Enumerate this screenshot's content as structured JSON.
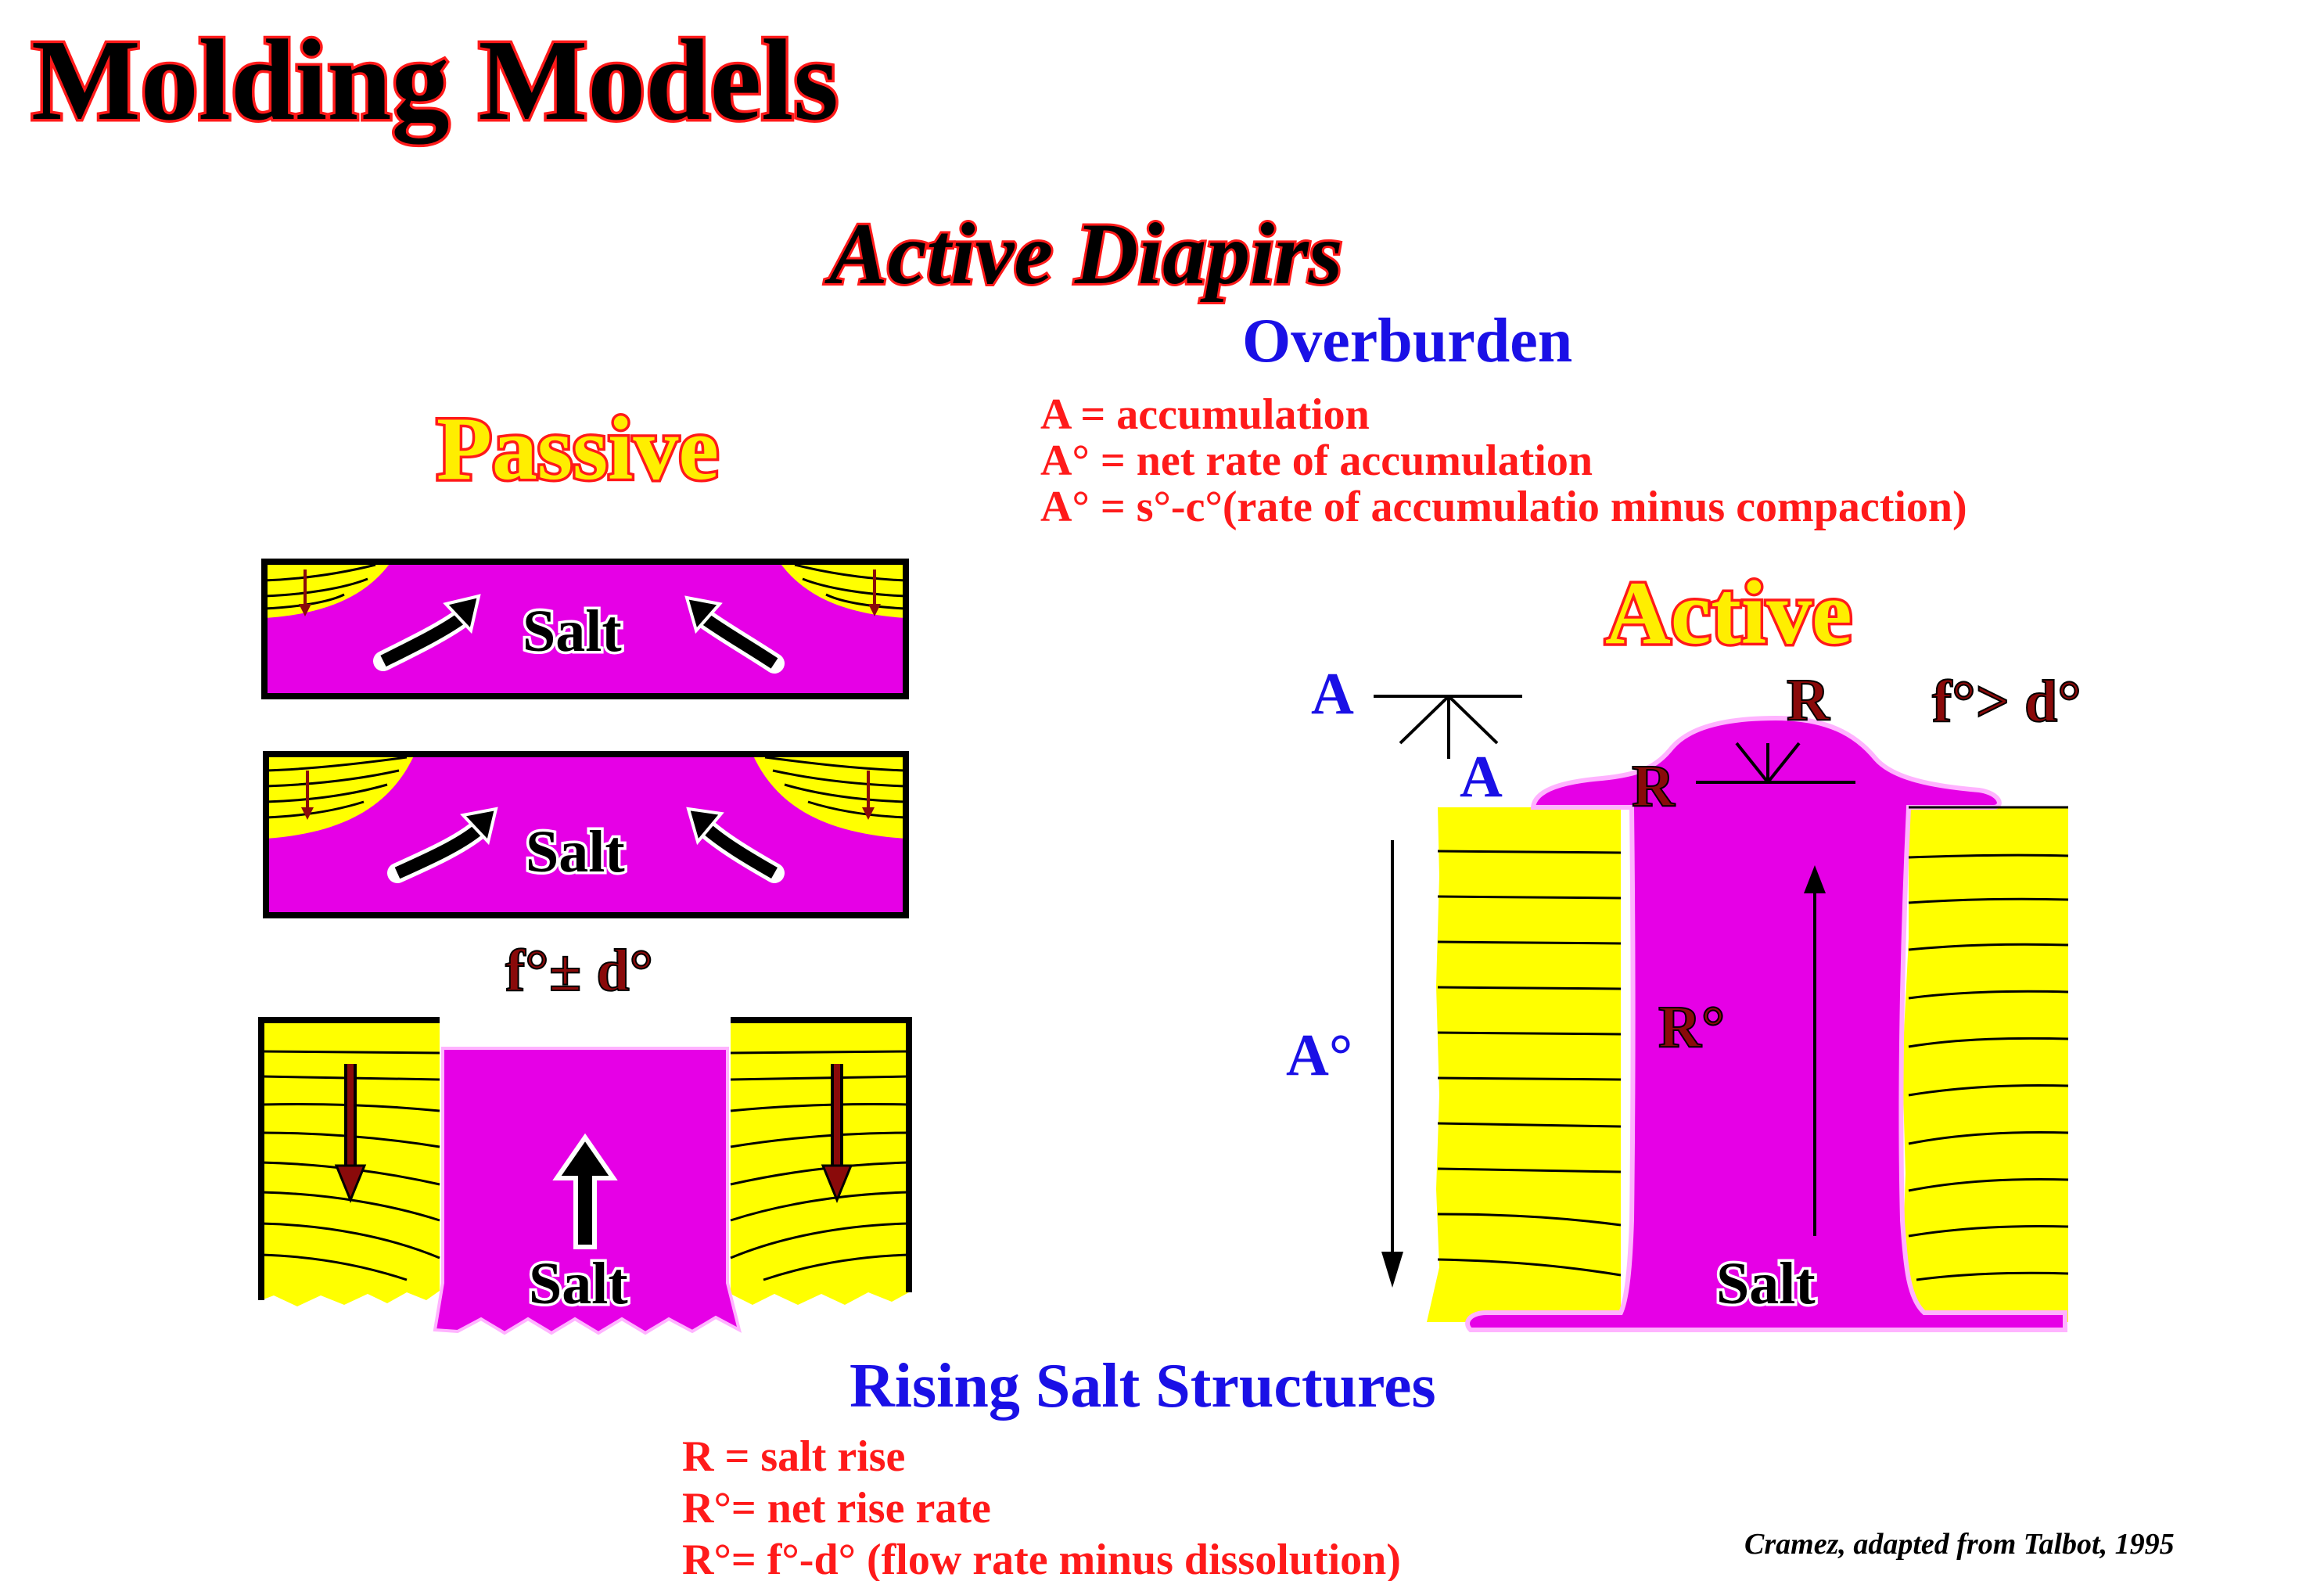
{
  "title": "Molding Models",
  "subtitle": "Active Diapirs",
  "overburden": {
    "heading": "Overburden",
    "lines": [
      "A = accumulation",
      "A° = net rate of accumulation",
      "A° = s°-c°(rate of accumulatio minus compaction)"
    ]
  },
  "passive": {
    "heading": "Passive",
    "panel1_salt": "Salt",
    "panel2_salt": "Salt",
    "panel3_salt": "Salt",
    "relation": "f°± d°"
  },
  "active": {
    "heading": "Active",
    "relation": "f°> d°",
    "label_A_top": "A",
    "label_A_low": "A",
    "label_A_rate": "A°",
    "label_R_top": "R",
    "label_R_left": "R",
    "label_R_rate": "R°",
    "salt": "Salt"
  },
  "rising": {
    "heading": "Rising Salt Structures",
    "lines": [
      "R = salt rise",
      "R°= net rise rate",
      "R°= f°-d° (flow rate minus dissolution)"
    ]
  },
  "credit": "Cramez, adapted from Talbot, 1995",
  "colors": {
    "salt": "#e600e6",
    "sediment": "#ffff00",
    "title_outline": "#ff1a1a",
    "blue_text": "#1a10e6",
    "red_text": "#ff1a1a"
  }
}
